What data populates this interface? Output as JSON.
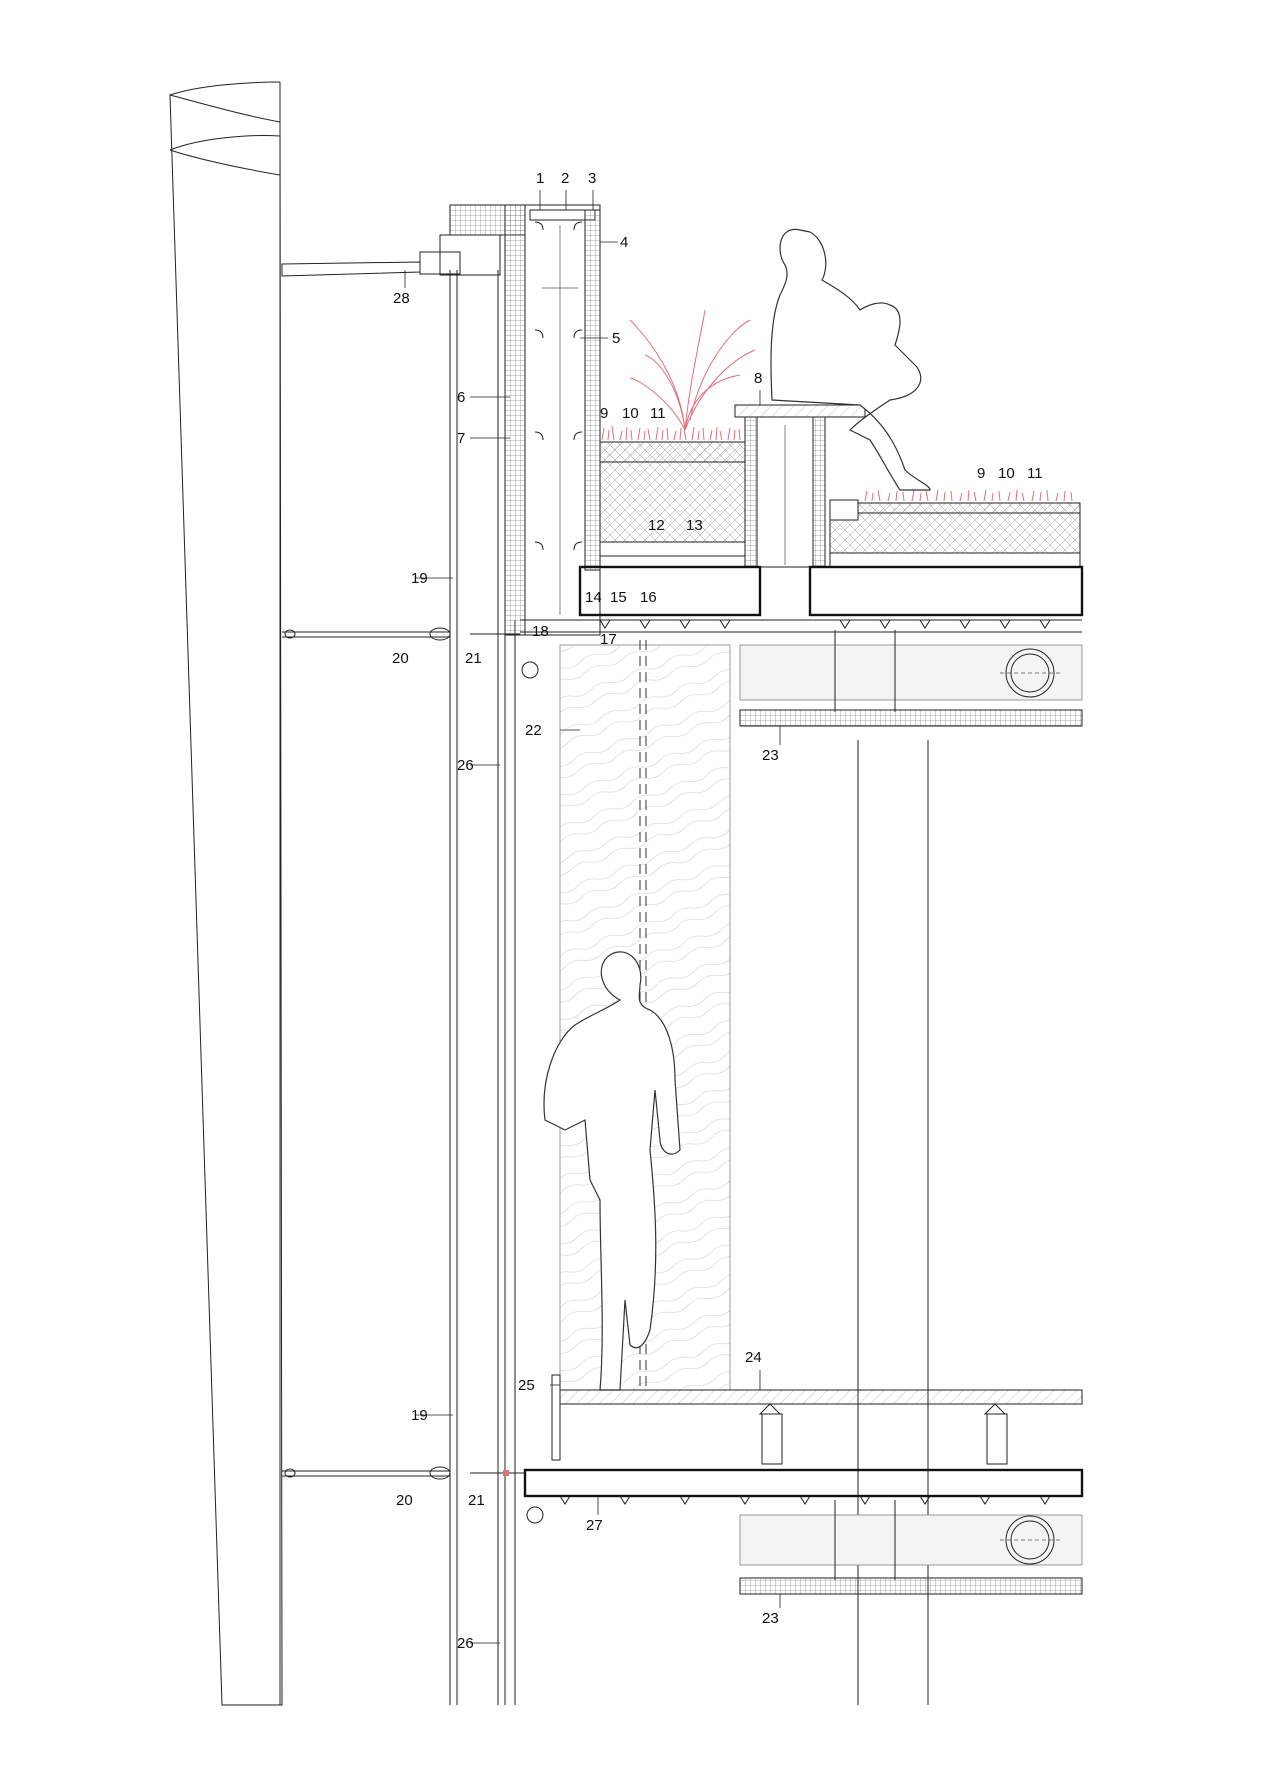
{
  "callouts": [
    {
      "id": "c1",
      "text": "1"
    },
    {
      "id": "c2",
      "text": "2"
    },
    {
      "id": "c3",
      "text": "3"
    },
    {
      "id": "c4",
      "text": "4"
    },
    {
      "id": "c5",
      "text": "5"
    },
    {
      "id": "c6",
      "text": "6"
    },
    {
      "id": "c7",
      "text": "7"
    },
    {
      "id": "c8",
      "text": "8"
    },
    {
      "id": "c9a",
      "text": "9"
    },
    {
      "id": "c10a",
      "text": "10"
    },
    {
      "id": "c11a",
      "text": "11"
    },
    {
      "id": "c9b",
      "text": "9"
    },
    {
      "id": "c10b",
      "text": "10"
    },
    {
      "id": "c11b",
      "text": "11"
    },
    {
      "id": "c12",
      "text": "12"
    },
    {
      "id": "c13",
      "text": "13"
    },
    {
      "id": "c14",
      "text": "14"
    },
    {
      "id": "c15",
      "text": "15"
    },
    {
      "id": "c16",
      "text": "16"
    },
    {
      "id": "c17",
      "text": "17"
    },
    {
      "id": "c18",
      "text": "18"
    },
    {
      "id": "c19a",
      "text": "19"
    },
    {
      "id": "c19b",
      "text": "19"
    },
    {
      "id": "c20a",
      "text": "20"
    },
    {
      "id": "c20b",
      "text": "20"
    },
    {
      "id": "c21a",
      "text": "21"
    },
    {
      "id": "c21b",
      "text": "21"
    },
    {
      "id": "c22",
      "text": "22"
    },
    {
      "id": "c23a",
      "text": "23"
    },
    {
      "id": "c23b",
      "text": "23"
    },
    {
      "id": "c24",
      "text": "24"
    },
    {
      "id": "c25",
      "text": "25"
    },
    {
      "id": "c26a",
      "text": "26"
    },
    {
      "id": "c26b",
      "text": "26"
    },
    {
      "id": "c27",
      "text": "27"
    },
    {
      "id": "c28",
      "text": "28"
    }
  ],
  "colors": {
    "line": "#222222",
    "vegetation": "#e0707a",
    "background": "#ffffff"
  }
}
